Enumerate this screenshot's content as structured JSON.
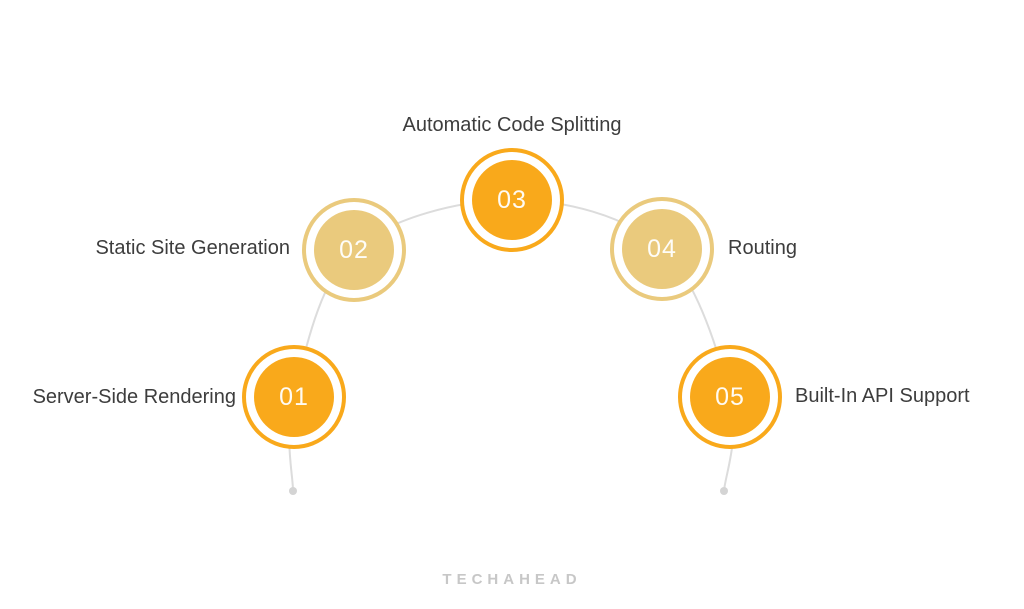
{
  "diagram": {
    "title_context": "Next.js features semicircle infographic",
    "steps": [
      {
        "num": "01",
        "label": "Server-Side Rendering",
        "tone": "bright",
        "label_side": "left"
      },
      {
        "num": "02",
        "label": "Static Site Generation",
        "tone": "light",
        "label_side": "left"
      },
      {
        "num": "03",
        "label": "Automatic Code Splitting",
        "tone": "bright",
        "label_side": "top"
      },
      {
        "num": "04",
        "label": "Routing",
        "tone": "light",
        "label_side": "right"
      },
      {
        "num": "05",
        "label": "Built-In API Support",
        "tone": "bright",
        "label_side": "right"
      }
    ],
    "colors": {
      "bright_circle": "#F9A91B",
      "light_circle": "#EACA7D",
      "arc_line": "#DCDCDC",
      "end_dot": "#D4D4D4",
      "label_text": "#3D3D3D",
      "number_text": "#FFFFFF"
    }
  },
  "footer": {
    "logo_text": "TECHAHEAD",
    "logo_color": "#C7C7C7"
  }
}
